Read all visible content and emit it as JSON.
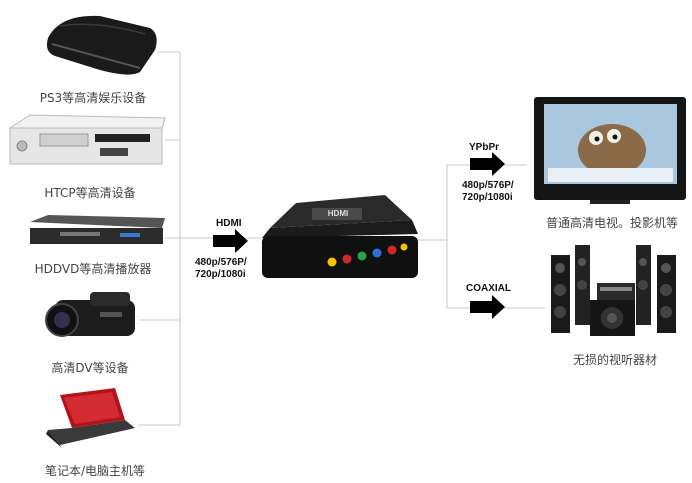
{
  "sources": [
    {
      "label": "PS3等高清娱乐设备"
    },
    {
      "label": "HTCP等高清设备"
    },
    {
      "label": "HDDVD等高清播放器"
    },
    {
      "label": "高清DV等设备"
    },
    {
      "label": "笔记本/电脑主机等"
    }
  ],
  "input": {
    "name": "HDMI",
    "res_line1": "480p/576P/",
    "res_line2": "720p/1080i"
  },
  "converter": {
    "brand": "HDMI"
  },
  "outputs": {
    "video": {
      "name": "YPbPr",
      "res_line1": "480p/576P/",
      "res_line2": "720p/1080i",
      "device_label": "普通高清电视。投影机等"
    },
    "audio": {
      "name": "COAXIAL",
      "device_label": "无损的视听器材"
    }
  },
  "colors": {
    "line": "#c8c8c8",
    "arrow": "#000000",
    "label": "#444444",
    "laptop_red": "#b5121b",
    "port_yellow": "#f2c400",
    "port_red": "#d0282a",
    "port_green": "#2ea043",
    "port_blue": "#2a6fd6"
  }
}
